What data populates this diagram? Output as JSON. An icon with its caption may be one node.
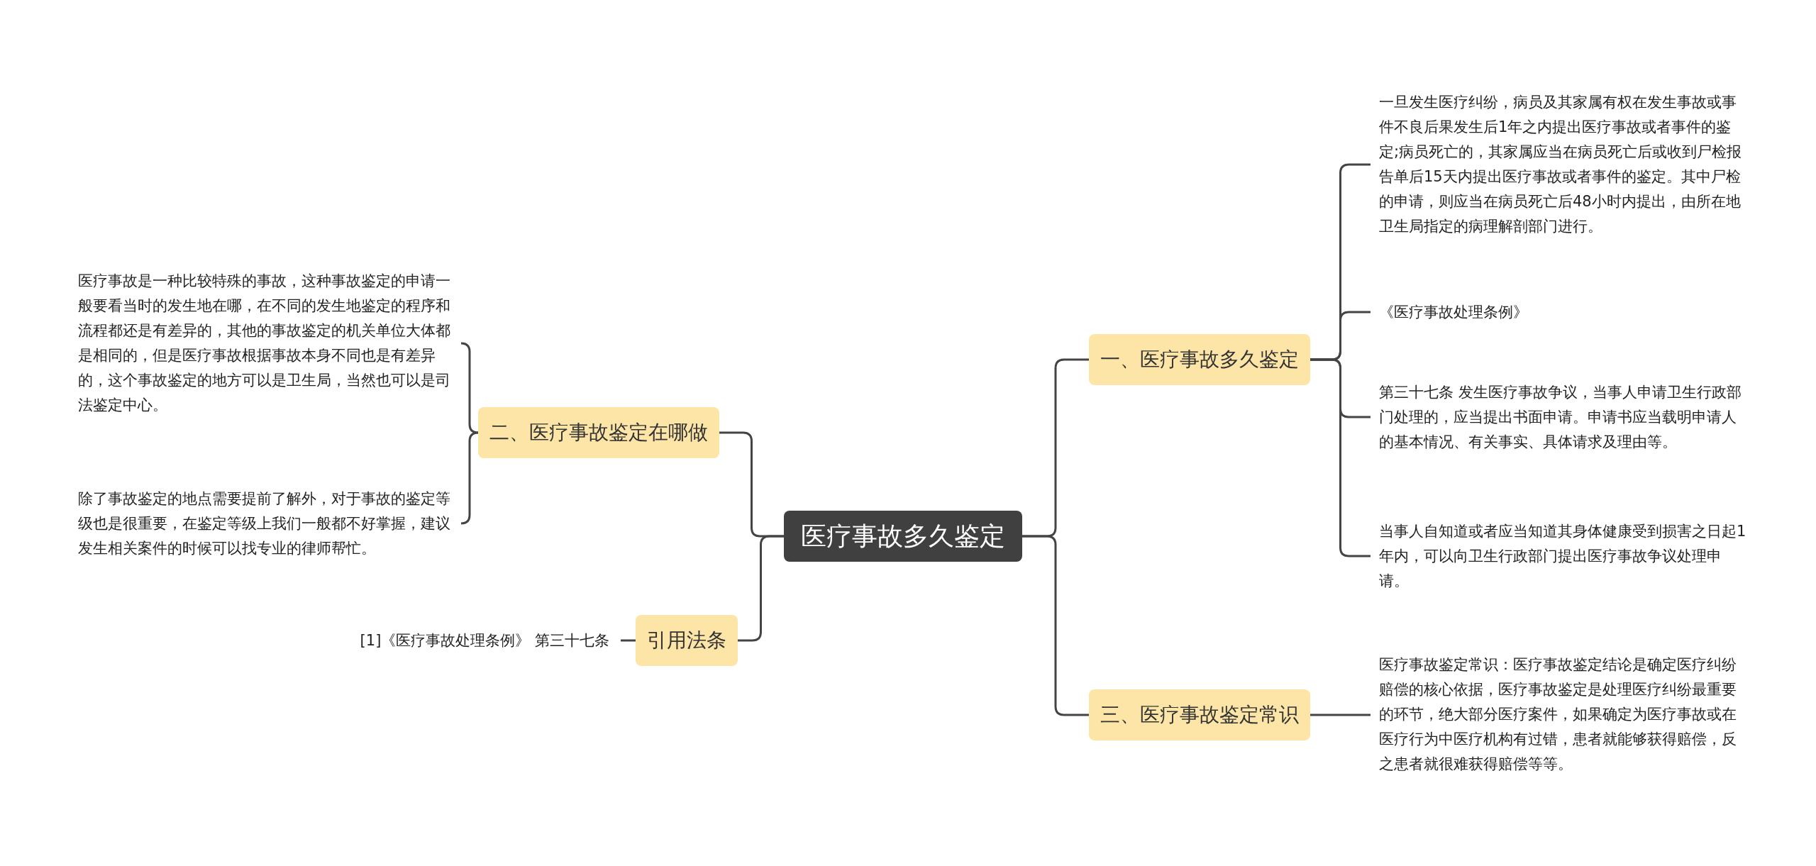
{
  "diagram": {
    "nodes": [
      {
        "text": [
          "医疗事故多久鉴定"
        ]
      },
      {
        "text": [
          "二、医疗事故鉴定在哪做"
        ]
      },
      {
        "text": [
          "医疗事故是一种比较特殊的事故，这种事故鉴定的申请一般要看当时的发生地在哪，在不同的发生地鉴定的程序和流程都还是有差异的，其他的事故鉴定的机关单位大体都是相同的，但是医疗事故根据事故本身不同也是有差异的，这个事故鉴定的地方可以是卫生局，当然也可以是司法鉴定中心。"
        ]
      },
      {
        "text": [
          "除了事故鉴定的地点需要提前了解外，对于事故的鉴定等级也是很重要，在鉴定等级上我们一般都不好掌握，建议发生相关案件的时候可以找专业的律师帮忙。"
        ]
      },
      {
        "text": [
          "引用法条"
        ]
      },
      {
        "text": [
          "[1]《医疗事故处理条例》 第三十七条"
        ]
      },
      {
        "text": [
          "一、医疗事故多久鉴定"
        ]
      },
      {
        "text": [
          "一旦发生医疗纠纷，病员及其家属有权在发生事故或事件不良后果发生后1年之内提出医疗事故或者事件的鉴定;病员死亡的，其家属应当在病员死亡后或收到尸检报告单后15天内提出医疗事故或者事件的鉴定。其中尸检的申请，则应当在病员死亡后48小时内提出，由所在地卫生局指定的病理解剖部门进行。"
        ]
      },
      {
        "text": [
          "《医疗事故处理条例》"
        ]
      },
      {
        "text": [
          "第三十七条 发生医疗事故争议，当事人申请卫生行政部门处理的，应当提出书面申请。申请书应当载明申请人的基本情况、有关事实、具体请求及理由等。"
        ]
      },
      {
        "text": [
          "当事人自知道或者应当知道其身体健康受到损害之日起1年内，可以向卫生行政部门提出医疗事故争议处理申请。"
        ]
      },
      {
        "text": [
          "三、医疗事故鉴定常识"
        ]
      },
      {
        "text": [
          "医疗事故鉴定常识：医疗事故鉴定结论是确定医疗纠纷赔偿的核心依据，医疗事故鉴定是处理医疗纠纷最重要的环节，绝大部分医疗案件，如果确定为医疗事故或在医疗行为中医疗机构有过错，患者就能够获得赔偿，反之患者就很难获得赔偿等等。"
        ]
      }
    ],
    "edges": [
      {
        "from": 0,
        "to": 1,
        "arrow": "none"
      },
      {
        "from": 1,
        "to": 2,
        "arrow": "none"
      },
      {
        "from": 1,
        "to": 3,
        "arrow": "none"
      },
      {
        "from": 0,
        "to": 4,
        "arrow": "none"
      },
      {
        "from": 4,
        "to": 5,
        "arrow": "none"
      },
      {
        "from": 0,
        "to": 6,
        "arrow": "none"
      },
      {
        "from": 6,
        "to": 7,
        "arrow": "none"
      },
      {
        "from": 6,
        "to": 8,
        "arrow": "none"
      },
      {
        "from": 6,
        "to": 9,
        "arrow": "none"
      },
      {
        "from": 6,
        "to": 10,
        "arrow": "none"
      },
      {
        "from": 0,
        "to": 11,
        "arrow": "none"
      },
      {
        "from": 11,
        "to": 12,
        "arrow": "none"
      }
    ]
  }
}
